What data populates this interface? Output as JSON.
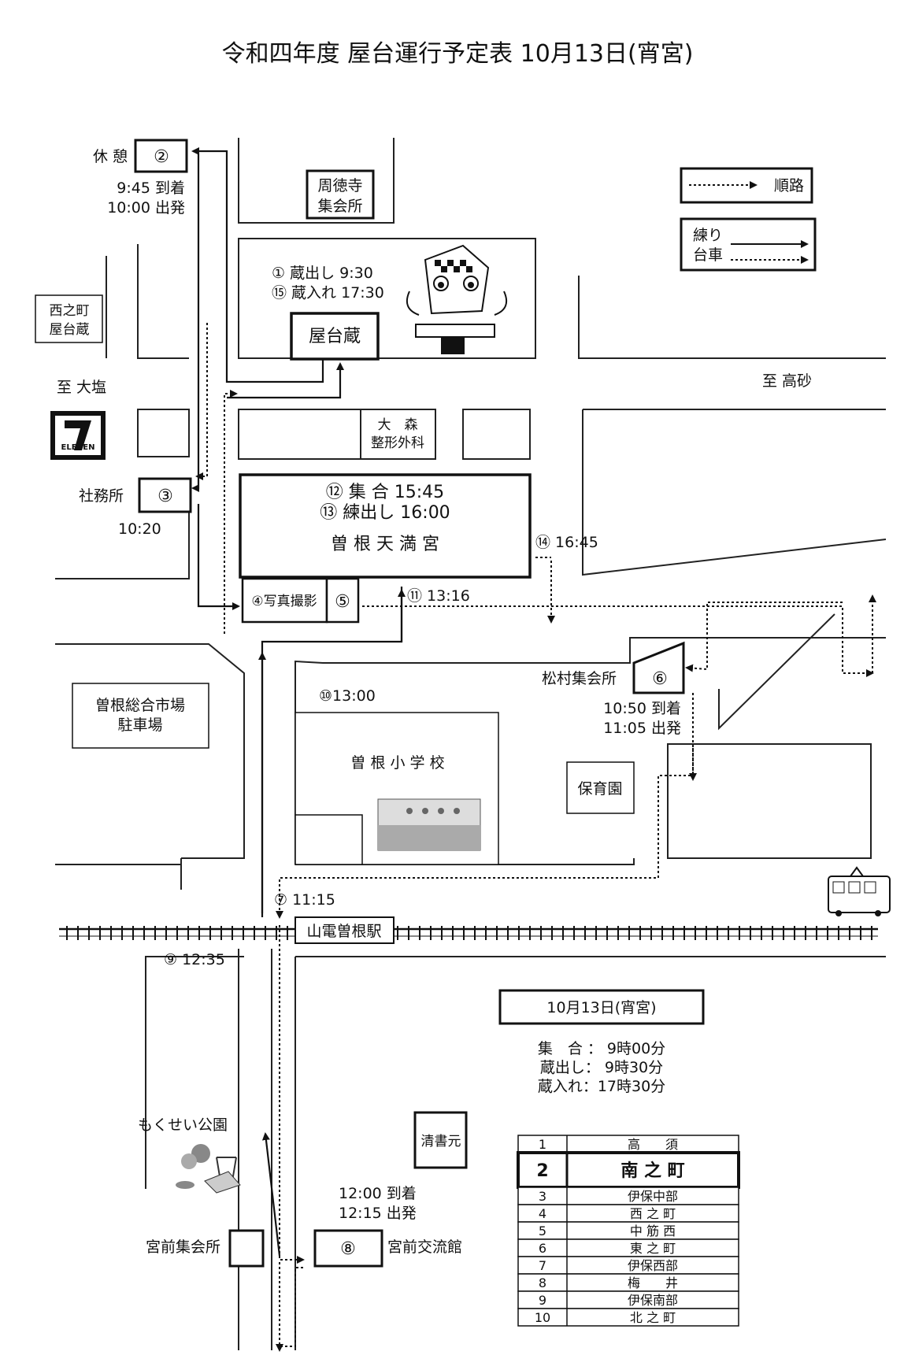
{
  "title": "令和四年度 屋台運行予定表 10月13日(宵宮)",
  "legend": {
    "route_label": "順路",
    "neri_label_1": "練り",
    "neri_label_2": "台車"
  },
  "places": {
    "shutokuji": [
      "周徳寺",
      "集会所"
    ],
    "nishinocho_kura": [
      "西之町",
      "屋台蔵"
    ],
    "yataigura": "屋台蔵",
    "to_oshio": "至 大塩",
    "to_takasago": "至 高砂",
    "eleven": "ELEVEN",
    "omori": [
      "大　森",
      "整形外科"
    ],
    "tenmangu": "曽 根 天 満 宮",
    "market": [
      "曽根総合市場",
      "駐車場"
    ],
    "school": "曽 根 小 学 校",
    "hoikuen": "保育園",
    "station": "山電曽根駅",
    "park": "もくせい公園",
    "seishomoto": "清書元",
    "miyamae_shukai": "宮前集会所",
    "miyamae_koryu": "宮前交流館",
    "matsumura": "松村集会所",
    "shamusho": "社務所",
    "kyukei": "休 憩"
  },
  "stops": {
    "s1": "① 蔵出し 9:30",
    "s15": "⑮ 蔵入れ 17:30",
    "s2": "②",
    "s2_arr": "9:45 到着",
    "s2_dep": "10:00 出発",
    "s3": "③",
    "s3_time": "10:20",
    "s4": "④写真撮影",
    "s5": "⑤",
    "s6": "⑥",
    "s6_arr": "10:50 到着",
    "s6_dep": "11:05 出発",
    "s7": "⑦ 11:15",
    "s8": "⑧",
    "s8_arr": "12:00 到着",
    "s8_dep": "12:15 出発",
    "s9": "⑨ 12:35",
    "s10": "⑩13:00",
    "s11": "⑪ 13:16",
    "s12": "⑫ 集 合 15:45",
    "s13": "⑬ 練出し 16:00",
    "s14": "⑭ 16:45"
  },
  "schedule": {
    "heading": "10月13日(宵宮)",
    "lines": [
      "集　合 ：  9時00分",
      "蔵出し：  9時30分",
      "蔵入れ：17時30分"
    ]
  },
  "order_table": [
    {
      "no": "1",
      "name": "高　　須"
    },
    {
      "no": "2",
      "name": "南 之 町"
    },
    {
      "no": "3",
      "name": "伊保中部"
    },
    {
      "no": "4",
      "name": "西 之 町"
    },
    {
      "no": "5",
      "name": "中 筋 西"
    },
    {
      "no": "6",
      "name": "東 之 町"
    },
    {
      "no": "7",
      "name": "伊保西部"
    },
    {
      "no": "8",
      "name": "梅　　井"
    },
    {
      "no": "9",
      "name": "伊保南部"
    },
    {
      "no": "10",
      "name": "北 之 町"
    }
  ]
}
